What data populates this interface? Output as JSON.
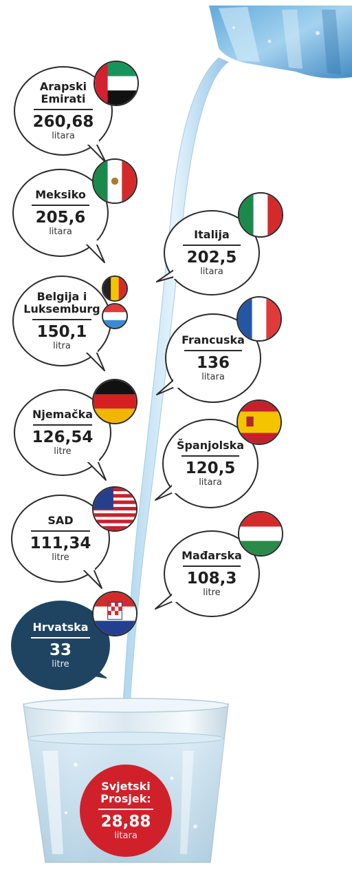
{
  "colors": {
    "ink": "#2a2a2a",
    "croatia_bubble": "#1f4462",
    "world_bubble": "#d0212a",
    "water": "#bfe0f3"
  },
  "bubbles": [
    {
      "id": "uae",
      "country": "Arapski\nEmirati",
      "value": "260,68",
      "unit": "litara",
      "flag_icon": "uae-flag-icon"
    },
    {
      "id": "mexico",
      "country": "Meksiko",
      "value": "205,6",
      "unit": "litara",
      "flag_icon": "mexico-flag-icon"
    },
    {
      "id": "italy",
      "country": "Italija",
      "value": "202,5",
      "unit": "litara",
      "flag_icon": "italy-flag-icon"
    },
    {
      "id": "belgium-luxembourg",
      "country": "Belgija i\nLuksemburg",
      "value": "150,1",
      "unit": "litra",
      "flag_icon": "belgium-flag-icon"
    },
    {
      "id": "france",
      "country": "Francuska",
      "value": "136",
      "unit": "litara",
      "flag_icon": "france-flag-icon"
    },
    {
      "id": "germany",
      "country": "Njemačka",
      "value": "126,54",
      "unit": "litre",
      "flag_icon": "germany-flag-icon"
    },
    {
      "id": "spain",
      "country": "Španjolska",
      "value": "120,5",
      "unit": "litara",
      "flag_icon": "spain-flag-icon"
    },
    {
      "id": "usa",
      "country": "SAD",
      "value": "111,34",
      "unit": "litre",
      "flag_icon": "usa-flag-icon"
    },
    {
      "id": "hungary",
      "country": "Mađarska",
      "value": "108,3",
      "unit": "litre",
      "flag_icon": "hungary-flag-icon"
    },
    {
      "id": "croatia",
      "country": "Hrvatska",
      "value": "33",
      "unit": "litre",
      "flag_icon": "croatia-flag-icon"
    },
    {
      "id": "world",
      "country": "Svjetski\nProsjek:",
      "value": "28,88",
      "unit": "litara"
    }
  ]
}
